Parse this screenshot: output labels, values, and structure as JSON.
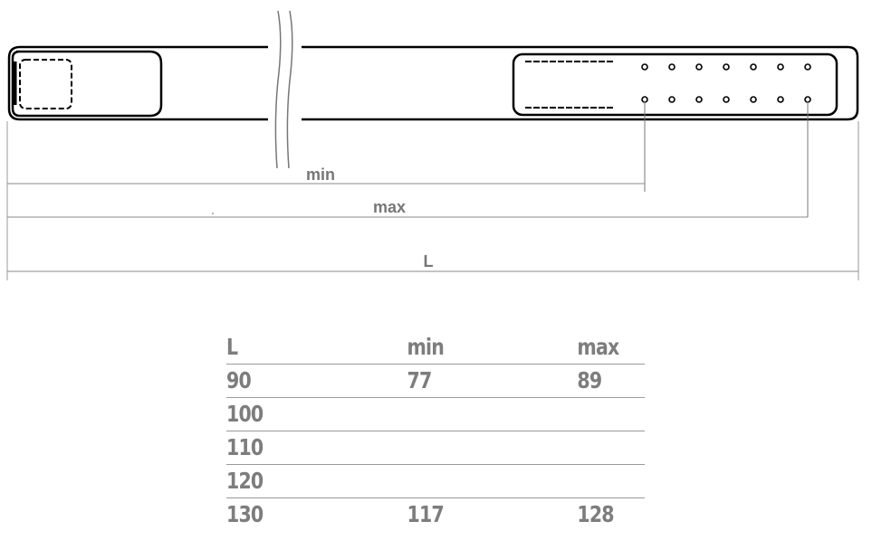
{
  "labels": {
    "min": "min",
    "max": "max",
    "length": "L"
  },
  "table": {
    "headers": [
      "L",
      "min",
      "max"
    ],
    "rows": [
      [
        "90",
        "77",
        "89"
      ],
      [
        "100",
        "",
        ""
      ],
      [
        "110",
        "",
        ""
      ],
      [
        "120",
        "",
        ""
      ],
      [
        "130",
        "117",
        "128"
      ]
    ]
  }
}
